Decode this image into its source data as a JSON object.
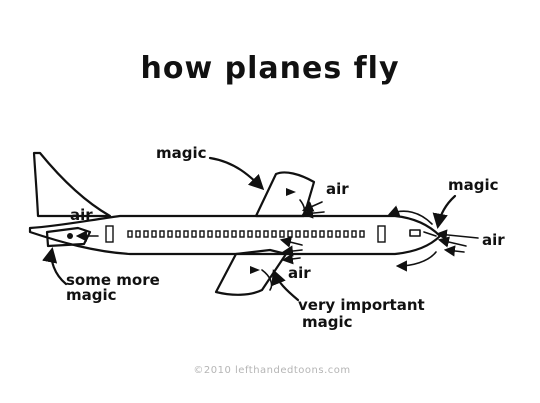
{
  "title": "how planes fly",
  "labels": {
    "magic_top": "magic",
    "air_wing_top": "air",
    "magic_nose": "magic",
    "air_nose": "air",
    "air_tail": "air",
    "some_more_1": "some more",
    "some_more_2": "magic",
    "air_wing_bottom": "air",
    "very_important_1": "very important",
    "very_important_2": "magic"
  },
  "copyright": "©2010 lefthandedtoons.com"
}
